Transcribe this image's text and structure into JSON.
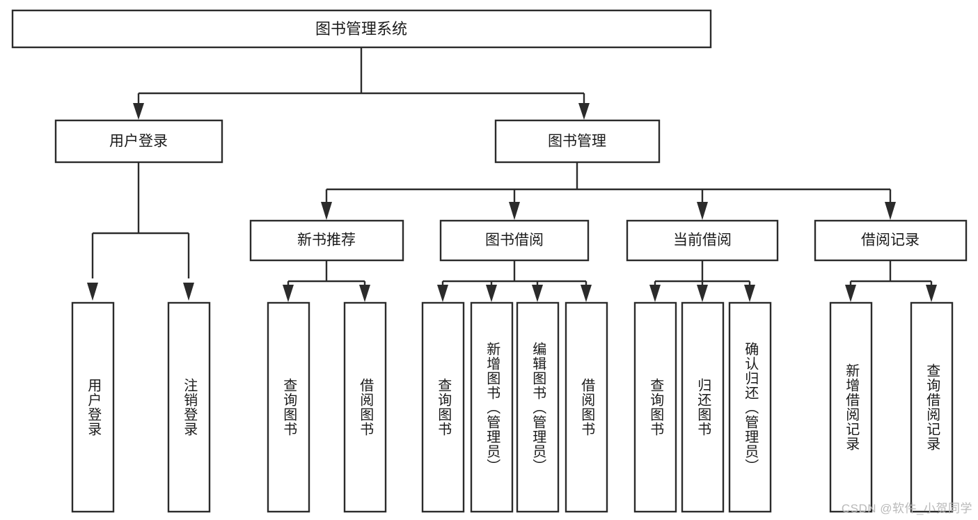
{
  "diagram": {
    "type": "hierarchy-tree",
    "title": "图书管理系统",
    "watermark": "CSDN @软件_小贺同学",
    "colors": {
      "stroke": "#2b2b2b",
      "fill": "#ffffff",
      "text": "#1a1a1a",
      "watermark": "#b9b9b9",
      "background": "#ffffff"
    },
    "root": {
      "label": "图书管理系统",
      "level": 0
    },
    "level1": [
      {
        "label": "用户登录"
      },
      {
        "label": "图书管理"
      }
    ],
    "level2": [
      {
        "label": "新书推荐"
      },
      {
        "label": "图书借阅"
      },
      {
        "label": "当前借阅"
      },
      {
        "label": "借阅记录"
      }
    ],
    "leaves": {
      "user_login": [
        {
          "label": "用户登录"
        },
        {
          "label": "注销登录"
        }
      ],
      "new_book_recommend": [
        {
          "label": "查询图书"
        },
        {
          "label": "借阅图书"
        }
      ],
      "book_borrow": [
        {
          "label": "查询图书"
        },
        {
          "label": "新增图书（管理员）"
        },
        {
          "label": "编辑图书（管理员）"
        },
        {
          "label": "借阅图书"
        }
      ],
      "current_borrow": [
        {
          "label": "查询图书"
        },
        {
          "label": "归还图书"
        },
        {
          "label": "确认归还（管理员）"
        }
      ],
      "borrow_record": [
        {
          "label": "新增借阅记录"
        },
        {
          "label": "查询借阅记录"
        }
      ]
    }
  }
}
